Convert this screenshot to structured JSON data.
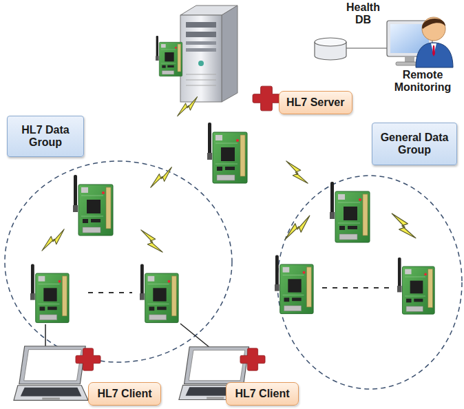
{
  "diagram": {
    "nodes": [
      {
        "text": [
          "Health DB"
        ]
      },
      {
        "text": [
          "HL7 Server"
        ]
      },
      {
        "text": [
          "HL7 Data Group"
        ]
      },
      {
        "text": [
          "General Data Group"
        ]
      },
      {
        "text": [
          "HL7 Client"
        ]
      },
      {
        "text": [
          "HL7 Client"
        ]
      }
    ],
    "labels": [
      "Remote Monitoring"
    ]
  }
}
